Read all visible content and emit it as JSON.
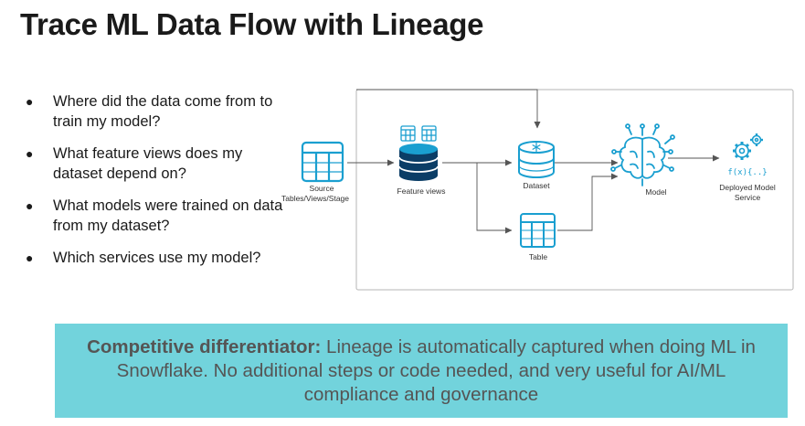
{
  "title": "Trace ML Data Flow with Lineage",
  "bullets": [
    "Where did the data come from to train my model?",
    "What feature views does my dataset depend on?",
    "What models were trained on data from my dataset?",
    "Which services use my model?"
  ],
  "diagram": {
    "nodes": {
      "source": {
        "label_line1": "Source",
        "label_line2": "Tables/Views/Stage",
        "icon": "table-grid-icon"
      },
      "feature_views": {
        "label": "Feature views",
        "icon": "database-icon"
      },
      "dataset": {
        "label": "Dataset",
        "icon": "dataset-icon"
      },
      "table": {
        "label": "Table",
        "icon": "table-grid-icon"
      },
      "model": {
        "label": "Model",
        "icon": "brain-circuit-icon"
      },
      "service": {
        "label_line1": "Deployed Model",
        "label_line2": "Service",
        "icon": "gears-icon",
        "formula": "f(x){..}"
      }
    },
    "colors": {
      "icon": "#1a9fd0",
      "line": "#555555",
      "frame": "#b5b5b5"
    }
  },
  "callout": {
    "bold": "Competitive differentiator:",
    "text": " Lineage is automatically captured when doing ML in Snowflake. No additional steps or code needed, and very useful for AI/ML compliance and governance",
    "background": "#72d3dc"
  }
}
